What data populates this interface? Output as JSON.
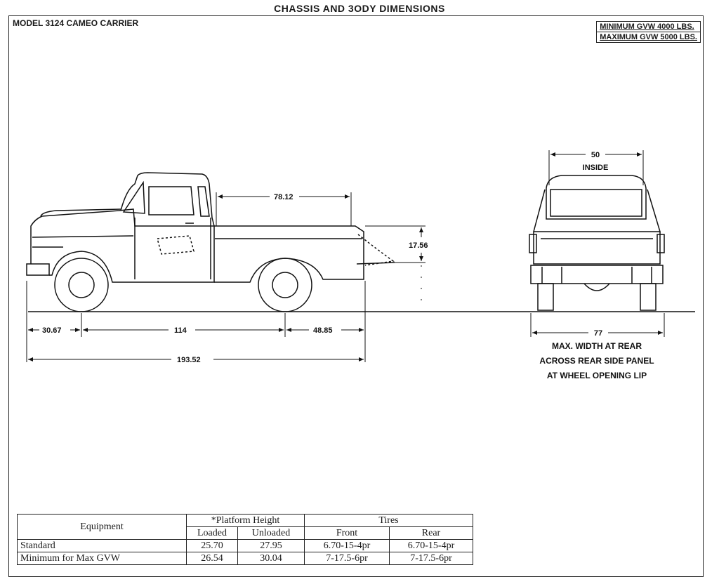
{
  "header": {
    "title": "CHASSIS AND 3ODY DIMENSIONS",
    "model": "MODEL 3124 CAMEO CARRIER",
    "gvw_min": "MINIMUM GVW 4000 LBS.",
    "gvw_max": "MAXIMUM GVW 5000 LBS."
  },
  "side_view": {
    "front_overhang": "30.67",
    "wheelbase": "114",
    "rear_overhang": "48.85",
    "overall_length": "193.52",
    "box_length": "78.12",
    "side_height": "17.56"
  },
  "rear_view": {
    "inside_width": "50",
    "inside_label": "INSIDE",
    "max_width": "77",
    "note_lines": [
      "MAX. WIDTH AT REAR",
      "ACROSS REAR SIDE PANEL",
      "AT WHEEL OPENING LIP"
    ]
  },
  "table": {
    "h_equipment": "Equipment",
    "h_platform": "*Platform Height",
    "h_tires": "Tires",
    "h_loaded": "Loaded",
    "h_unloaded": "Unloaded",
    "h_front": "Front",
    "h_rear": "Rear",
    "rows": [
      {
        "equipment": "Standard",
        "loaded": "25.70",
        "unloaded": "27.95",
        "front": "6.70-15-4pr",
        "rear": "6.70-15-4pr"
      },
      {
        "equipment": "Minimum for Max GVW",
        "loaded": "26.54",
        "unloaded": "30.04",
        "front": "7-17.5-6pr",
        "rear": "7-17.5-6pr"
      }
    ]
  }
}
